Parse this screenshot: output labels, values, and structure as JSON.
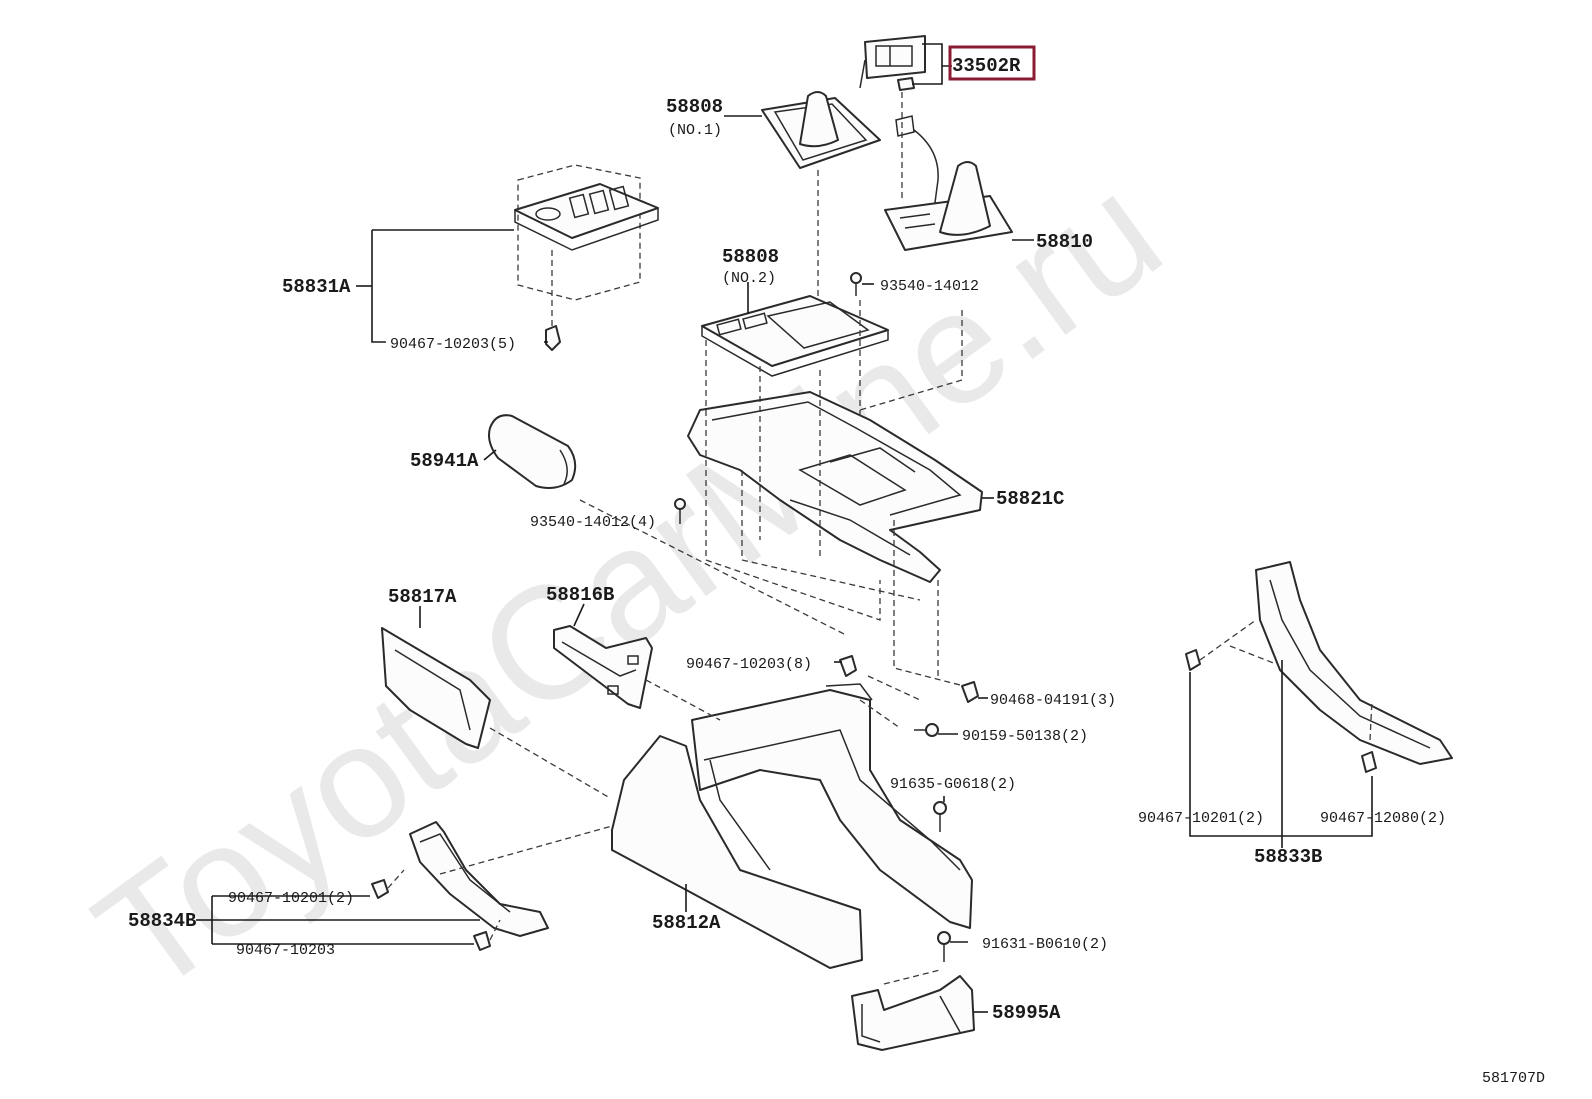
{
  "watermark": "ToyotaCarMine.ru",
  "highlight_color": "#8a1c32",
  "diagram_code": "581707D",
  "callouts": {
    "c33502R": "33502R",
    "c58808_1": "58808",
    "c58808_1_sub": "(NO.1)",
    "c58810": "58810",
    "c58831A": "58831A",
    "c90467_10203_5": "90467-10203(5)",
    "c58808_2": "58808",
    "c58808_2_sub": "(NO.2)",
    "c93540_14012": "93540-14012",
    "c58941A": "58941A",
    "c93540_14012_4": "93540-14012(4)",
    "c58821C": "58821C",
    "c58817A": "58817A",
    "c58816B": "58816B",
    "c90467_10203_8": "90467-10203(8)",
    "c90468_04191_3": "90468-04191(3)",
    "c90159_50138_2": "90159-50138(2)",
    "c91635_G0618_2": "91635-G0618(2)",
    "c90467_10201_2_right": "90467-10201(2)",
    "c90467_12080_2": "90467-12080(2)",
    "c58833B": "58833B",
    "c90467_10201_2_left": "90467-10201(2)",
    "c58834B": "58834B",
    "c90467_10203": "90467-10203",
    "c58812A": "58812A",
    "c91631_B0610_2": "91631-B0610(2)",
    "c58995A": "58995A"
  }
}
